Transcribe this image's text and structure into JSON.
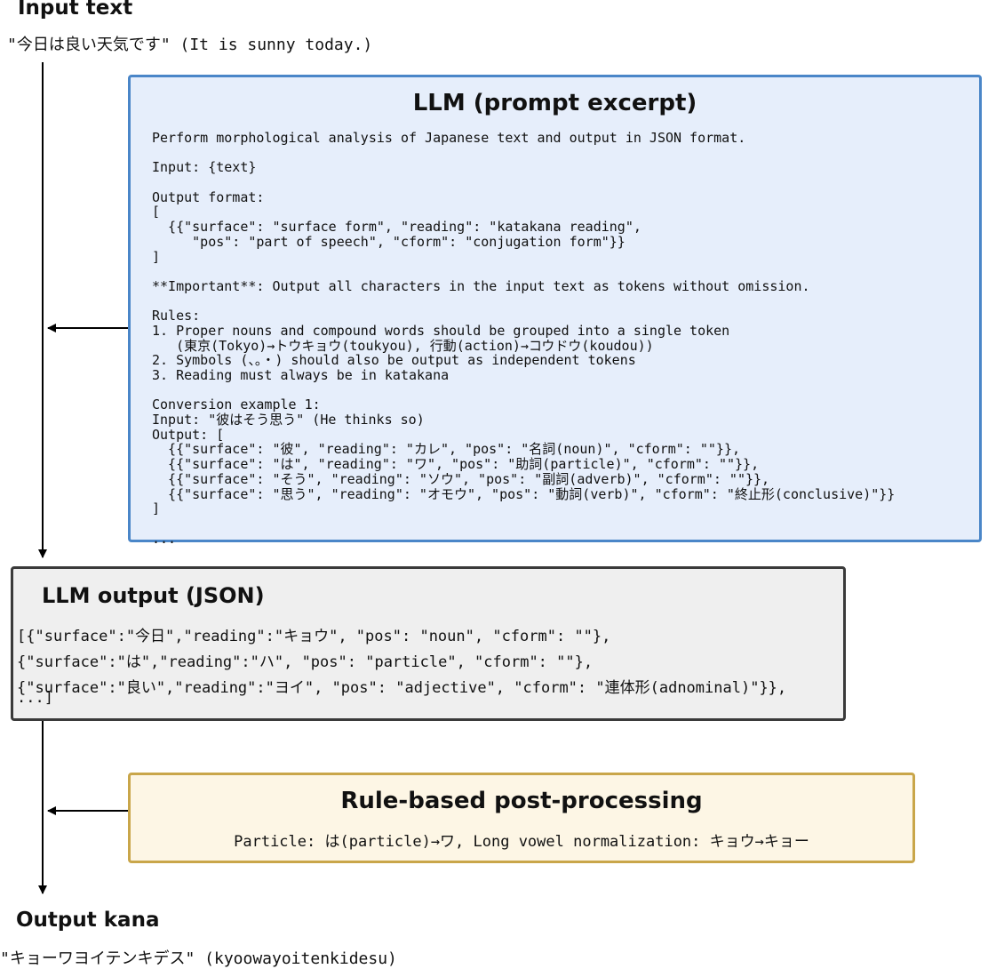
{
  "input": {
    "title": "Input text",
    "text": "\"今日は良い天気です\" (It is sunny today.)"
  },
  "llm": {
    "title": "LLM (prompt excerpt)",
    "prompt_lines": [
      "Perform morphological analysis of Japanese text and output in JSON format.",
      "",
      "Input: {text}",
      "",
      "Output format:",
      "[",
      "  {{\"surface\": \"surface form\", \"reading\": \"katakana reading\",",
      "     \"pos\": \"part of speech\", \"cform\": \"conjugation form\"}}",
      "]",
      "",
      "**Important**: Output all characters in the input text as tokens without omission.",
      "",
      "Rules:",
      "1. Proper nouns and compound words should be grouped into a single token",
      "   (東京(Tokyo)→トウキョウ(toukyou), 行動(action)→コウドウ(koudou))",
      "2. Symbols (、。・) should also be output as independent tokens",
      "3. Reading must always be in katakana",
      "",
      "Conversion example 1:",
      "Input: \"彼はそう思う\" (He thinks so)",
      "Output: [",
      "  {{\"surface\": \"彼\", \"reading\": \"カレ\", \"pos\": \"名詞(noun)\", \"cform\": \"\"}},",
      "  {{\"surface\": \"は\", \"reading\": \"ワ\", \"pos\": \"助詞(particle)\", \"cform\": \"\"}},",
      "  {{\"surface\": \"そう\", \"reading\": \"ソウ\", \"pos\": \"副詞(adverb)\", \"cform\": \"\"}},",
      "  {{\"surface\": \"思う\", \"reading\": \"オモウ\", \"pos\": \"動詞(verb)\", \"cform\": \"終止形(conclusive)\"}}",
      "]",
      "",
      "..."
    ]
  },
  "llm_output": {
    "title": "LLM output (JSON)",
    "lines": [
      "[{\"surface\":\"今日\",\"reading\":\"キョウ\", \"pos\": \"noun\", \"cform\": \"\"},",
      "{\"surface\":\"は\",\"reading\":\"ハ\", \"pos\": \"particle\", \"cform\": \"\"},",
      "{\"surface\":\"良い\",\"reading\":\"ヨイ\", \"pos\": \"adjective\", \"cform\": \"連体形(adnominal)\"}},",
      "...]"
    ]
  },
  "post_processing": {
    "title": "Rule-based post-processing",
    "text": "Particle: は(particle)→ワ, Long vowel normalization: キョウ→キョー"
  },
  "output_kana": {
    "title": "Output kana",
    "text": "\"キョーワヨイテンキデス\" (kyoowayoitenkidesu)"
  }
}
